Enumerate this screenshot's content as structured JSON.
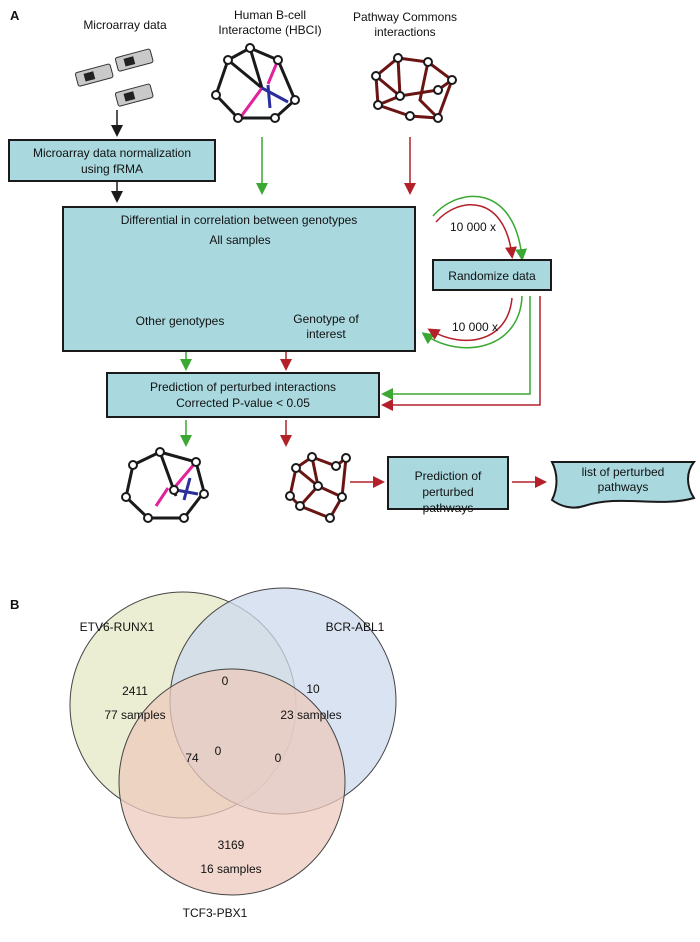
{
  "panel_a": {
    "letter": "A",
    "sources": {
      "microarray": "Microarray data",
      "hbci_line1": "Human B-cell",
      "hbci_line2": "Interactome (HBCI)",
      "pc_line1": "Pathway Commons",
      "pc_line2": "interactions"
    },
    "normalization": {
      "line1": "Microarray data normalization",
      "line2": "using fRMA"
    },
    "differential": {
      "title": "Differential in correlation between genotypes",
      "all_samples": "All samples",
      "other_genotypes": "Other genotypes",
      "interest_line1": "Genotype of",
      "interest_line2": "interest"
    },
    "randomize": "Randomize data",
    "iterations_top": "10 000 x",
    "iterations_bottom": "10 000 x",
    "prediction_interactions": {
      "line1": "Prediction of perturbed interactions",
      "line2": "Corrected P-value < 0.05"
    },
    "prediction_pathways": {
      "line1": "Prediction of perturbed",
      "line2": "pathways"
    },
    "list_pathways": {
      "line1": "list of perturbed",
      "line2": "pathways"
    },
    "colors": {
      "green_path": "#3aa832",
      "red_path": "#b3202a",
      "box_fill": "#a9d8df",
      "pink_edge": "#e0239a",
      "blue_edge": "#2b2f9c",
      "dark_red_edge": "#6b1414"
    }
  },
  "panel_b": {
    "letter": "B",
    "sets": {
      "etv6": {
        "name": "ETV6-RUNX1",
        "unique": "2411",
        "samples": "77 samples",
        "color": "#e6e8c4"
      },
      "bcr": {
        "name": "BCR-ABL1",
        "unique": "10",
        "samples": "23 samples",
        "color": "#ccd9ee"
      },
      "tcf3": {
        "name": "TCF3-PBX1",
        "unique": "3169",
        "samples": "16 samples",
        "color": "#ecc9bc"
      }
    },
    "overlaps": {
      "etv6_bcr": "0",
      "etv6_tcf3": "74",
      "bcr_tcf3": "0",
      "all": "0"
    }
  }
}
